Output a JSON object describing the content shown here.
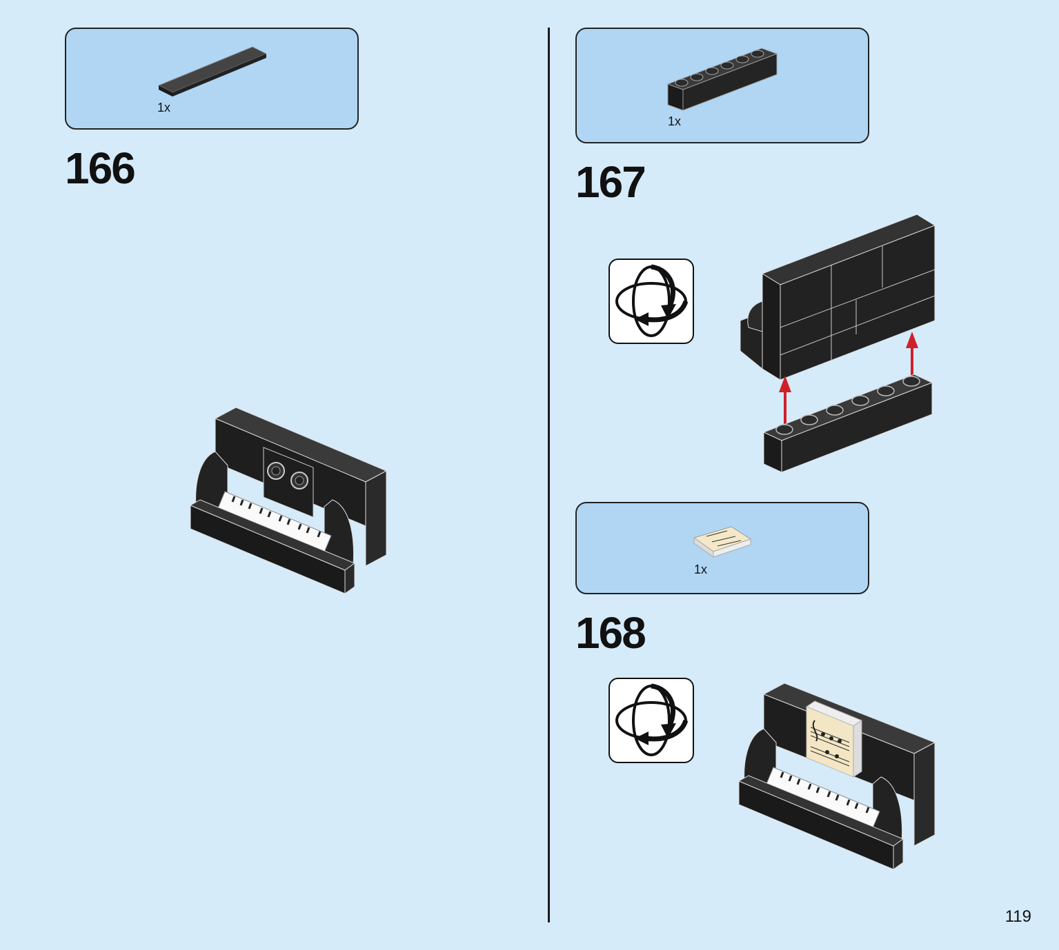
{
  "steps": [
    {
      "number": "166",
      "part_qty": "1x",
      "part": "black-tile-1x8-icon"
    },
    {
      "number": "167",
      "part_qty": "1x",
      "part": "black-brick-1x6-icon",
      "rotate_icon": "rotate-model-icon"
    },
    {
      "number": "168",
      "part_qty": "1x",
      "part": "sheet-music-tile-icon",
      "rotate_icon": "rotate-model-icon"
    }
  ],
  "page_number": "119",
  "colors": {
    "background": "#d5ebfa",
    "parts_box": "#b1d6f4",
    "brick": "#222222",
    "arrow": "#d0202a"
  }
}
